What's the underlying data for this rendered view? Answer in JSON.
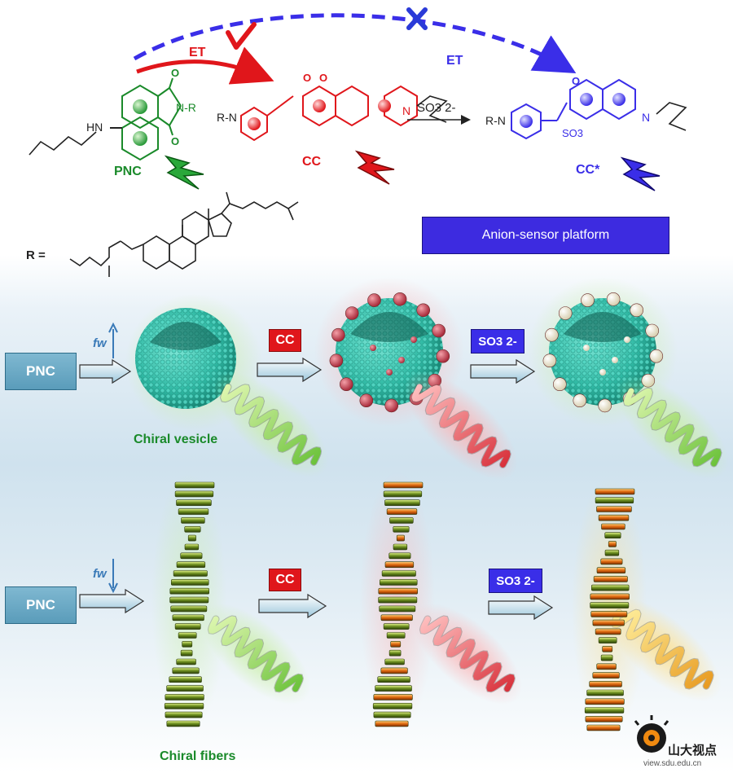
{
  "top": {
    "et_red": "ET",
    "et_blue": "ET",
    "reagent": "SO3 2-",
    "rgroup_label": "R =",
    "mol_pnc_label": "PNC",
    "mol_cc_label": "CC",
    "mol_ccstar_label": "CC*",
    "nh_label": "HN",
    "n_r_label": "N-R",
    "r_n_plus_label": "R-N",
    "n_label": "N",
    "so3_label": "SO3",
    "platform_label": "Anion-sensor platform"
  },
  "vesicle_row": {
    "pnc_box": "PNC",
    "fw_label": "fw",
    "cc_box": "CC",
    "so3_box": "SO3 2-",
    "caption": "Chiral vesicle"
  },
  "fiber_row": {
    "pnc_box": "PNC",
    "fw_label": "fw",
    "cc_box": "CC",
    "so3_box": "SO3 2-",
    "caption": "Chiral fibers"
  },
  "watermark": {
    "text": "山大视点",
    "url_text": "view.sdu.edu.cn"
  },
  "colors": {
    "pnc_green": "#1a8a2a",
    "cc_red": "#e0161b",
    "ccstar_blue": "#3a2ee8",
    "vesicle_teal": "#3cc9b4",
    "helix_green": "#8fd86a",
    "helix_red": "#e8505a",
    "fiber_green": "#9acd32"
  }
}
